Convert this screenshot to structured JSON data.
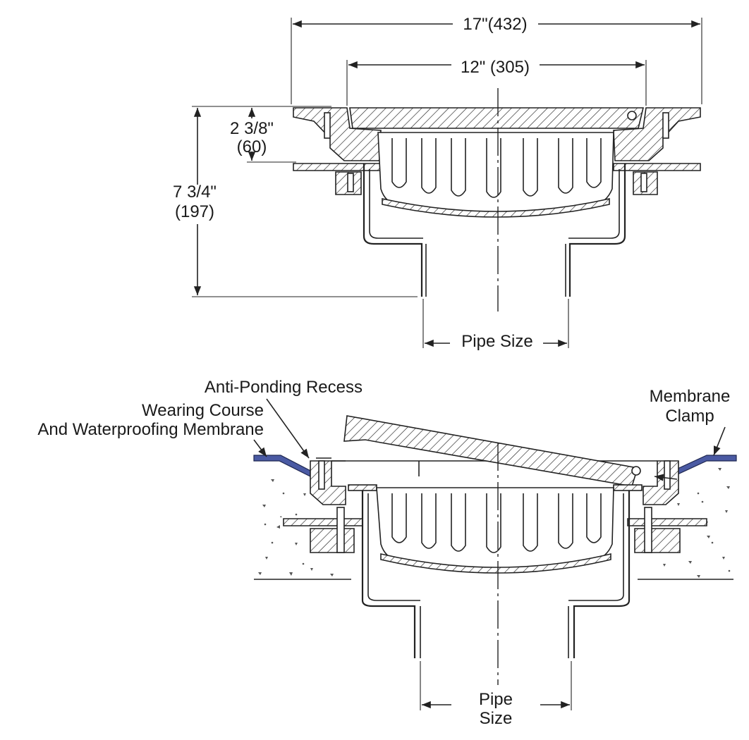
{
  "top_view": {
    "overall_width": "17\"(432)",
    "inner_width": "12\" (305)",
    "flange_height": "2 3/8\"",
    "flange_height_mm": "(60)",
    "total_height": "7 3/4\"",
    "total_height_mm": "(197)",
    "pipe_label": "Pipe Size"
  },
  "bottom_view": {
    "anti_ponding": "Anti-Ponding Recess",
    "wearing_course": "Wearing Course",
    "waterproofing": "And Waterproofing Membrane",
    "membrane_clamp_1": "Membrane",
    "membrane_clamp_2": "Clamp",
    "pipe_label_1": "Pipe",
    "pipe_label_2": "Size"
  },
  "colors": {
    "membrane": "#4a5aa3",
    "line": "#222222"
  }
}
